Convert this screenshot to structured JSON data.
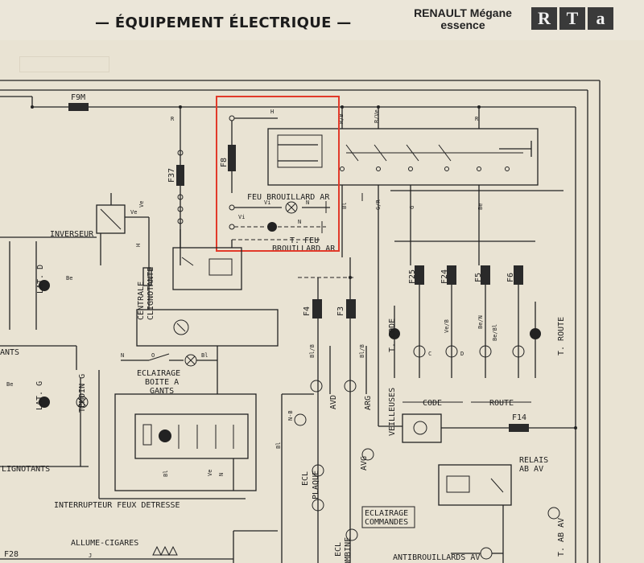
{
  "header": {
    "title": "— ÉQUIPEMENT ÉLECTRIQUE —",
    "brand_line1": "RENAULT Mégane",
    "brand_line2": "essence",
    "logo_letters": [
      "R",
      "T",
      "a"
    ]
  },
  "labels": {
    "f9m": "F9M",
    "f37": "F37",
    "f8": "F8",
    "f25": "F25",
    "f24": "F24",
    "f5": "F5",
    "f6": "F6",
    "f4": "F4",
    "f3": "F3",
    "f14": "F14",
    "f28": "F28",
    "feu_brouillard": "FEU BROUILLARD AR",
    "t_feu": "T. FEU",
    "brouillard_ar": "BROUILLARD AR",
    "inverseur": "INVERSEUR",
    "centrale1": "CENTRALE",
    "centrale2": "CLIGNOTANTE",
    "eclairage1": "ECLAIRAGE",
    "eclairage2": "BOITE A",
    "eclairage3": "GANTS",
    "lat_d": "LAT. D",
    "lat_g": "LAT. G",
    "temoin_g": "TEMOIN G",
    "ants": "ANTS",
    "clignotants": "LIGNOTANTS",
    "interrupteur": "INTERRUPTEUR FEUX DETRESSE",
    "allume": "ALLUME-CIGARES",
    "avd": "AVD",
    "arg": "ARG",
    "veilleuses": "VEILLEUSES",
    "avg": "AVG",
    "ecl_plaque1": "ECL",
    "ecl_plaque2": "PLAQUE",
    "ecl_combine1": "ECL",
    "ecl_combine2": "COMBINE",
    "eclairage_cmd1": "ECLAIRAGE",
    "eclairage_cmd2": "COMMANDES",
    "code": "CODE",
    "route": "ROUTE",
    "t_code": "T. CODE",
    "t_route": "T. ROUTE",
    "relais1": "RELAIS",
    "relais2": "AB AV",
    "t_ab_av": "T. AB AV",
    "antibrouillards": "ANTIBROUILLARDS AV",
    "wire_r": "R",
    "wire_rb": "R/B",
    "wire_rve": "R/Ve",
    "wire_bl": "Bl",
    "wire_gr": "G/R",
    "wire_g": "G",
    "wire_be": "Be",
    "wire_n": "N",
    "wire_h": "H",
    "wire_ve": "Ve",
    "wire_vi": "Vi",
    "wire_o": "O",
    "wire_c": "C",
    "wire_d": "D",
    "wire_blb": "Bl/B",
    "wire_veb": "Ve/B",
    "wire_ben": "Be/N",
    "wire_bebl": "Be/Bl",
    "wire_nb": "N-B",
    "wire_j": "J"
  },
  "highlight_color": "#e23a2a"
}
